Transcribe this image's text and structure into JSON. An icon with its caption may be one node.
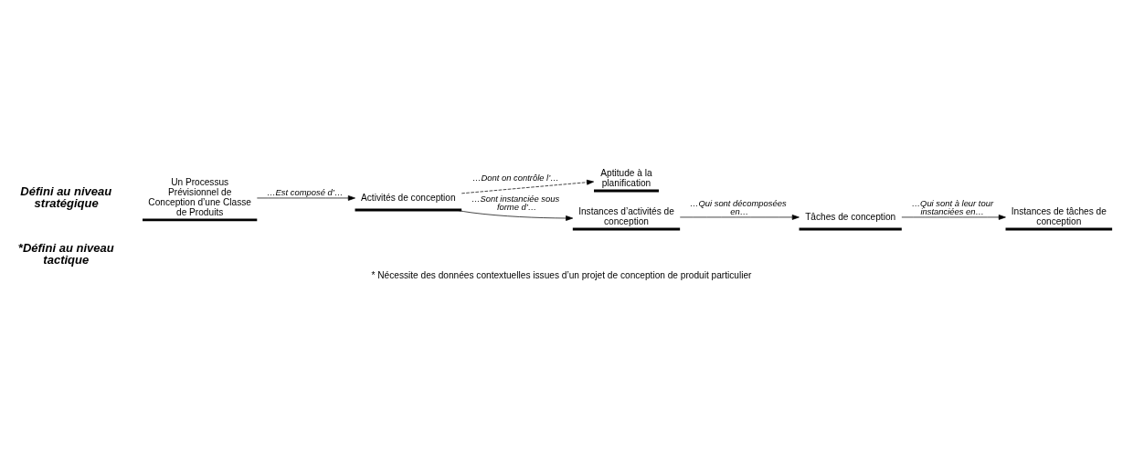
{
  "diagram": {
    "caption": "* Nécessite des données contextuelles issues d’un projet de conception de produit particulier",
    "nodes": [
      {
        "text": [
          "Un Processus Prévisionnel de Conception d’une Classe de Produits"
        ]
      },
      {
        "text": [
          "Activités de conception"
        ]
      },
      {
        "text": [
          "Aptitude à la planification"
        ]
      },
      {
        "text": [
          "Instances d’activités de conception"
        ]
      },
      {
        "text": [
          "Tâches de conception"
        ]
      },
      {
        "text": [
          "Instances de tâches de conception"
        ]
      }
    ],
    "edges": [
      {
        "from": 0,
        "to": 1,
        "arrow": "to",
        "label": "…Est composé d’…"
      },
      {
        "from": 1,
        "to": 2,
        "arrow": "to",
        "label": "…Dont on contrôle l’…",
        "style": "dashed"
      },
      {
        "from": 1,
        "to": 3,
        "arrow": "to",
        "label": "…Sont instanciée sous forme d’…"
      },
      {
        "from": 3,
        "to": 4,
        "arrow": "to",
        "label": "…Qui sont décomposées en…"
      },
      {
        "from": 4,
        "to": 5,
        "arrow": "to",
        "label": "…Qui sont à leur tour instanciées en…"
      }
    ],
    "labels": [
      "Défini au niveau stratégique",
      "*Défini au niveau tactique"
    ]
  }
}
